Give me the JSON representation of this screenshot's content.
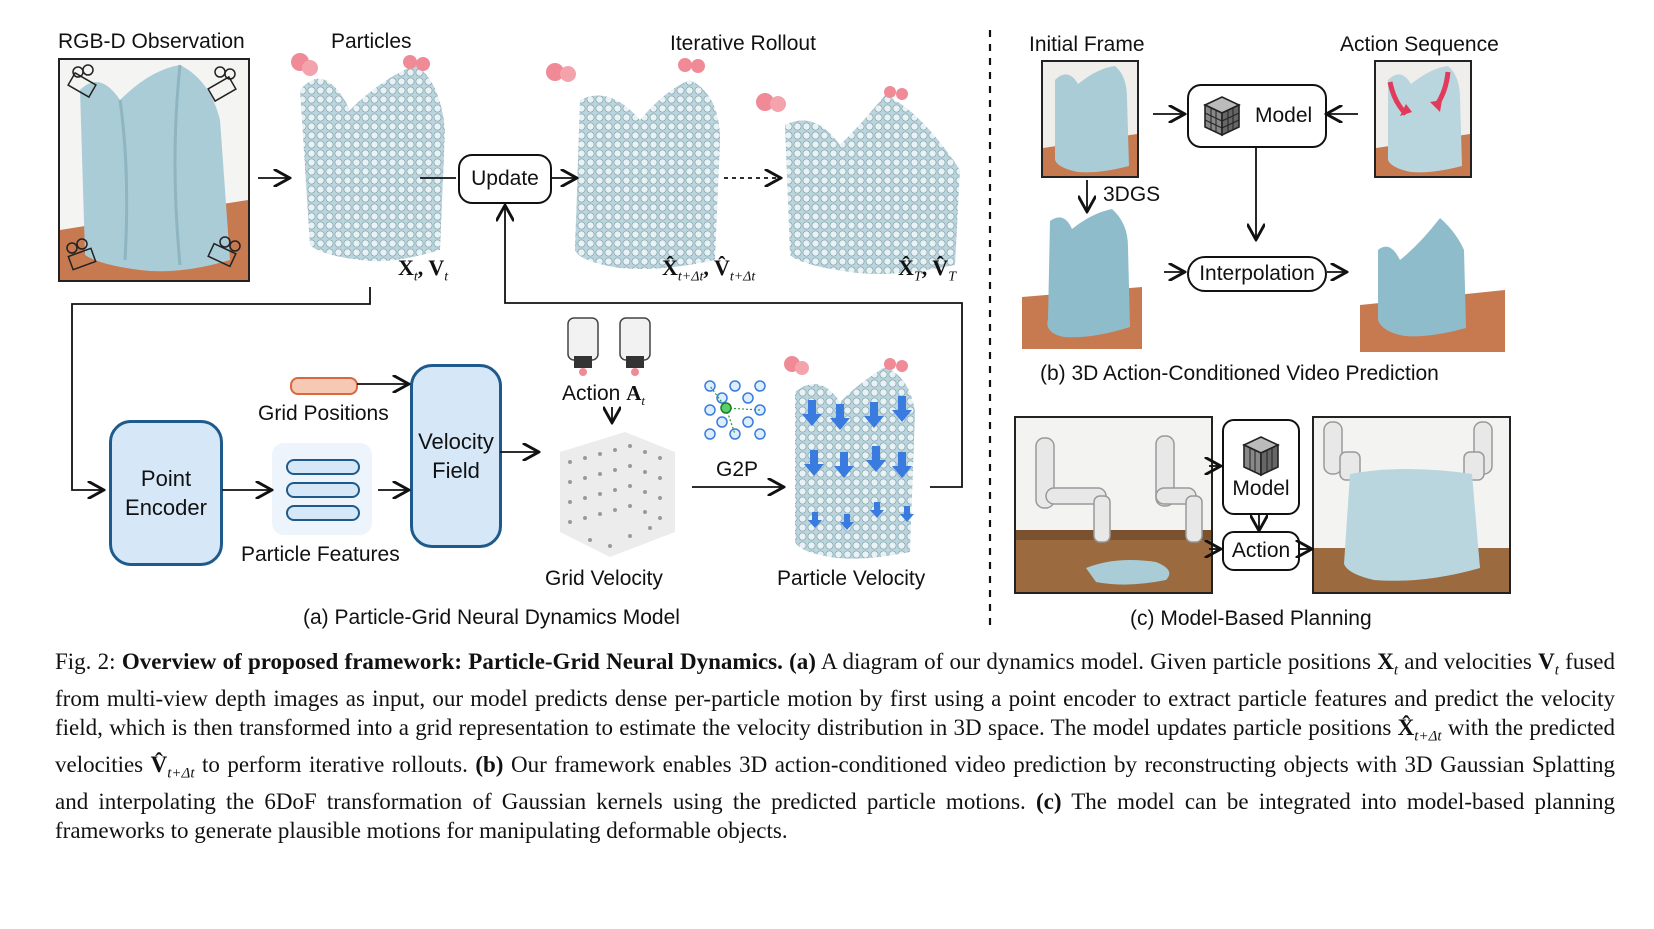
{
  "panel_a": {
    "rgbd_label": "RGB-D Observation",
    "particles_label": "Particles",
    "rollout_label": "Iterative Rollout",
    "update_label": "Update",
    "xt_vt": "X",
    "xt_vt_sub": "t",
    "v_sym": "V",
    "v_sub": "t",
    "x_hat_next": "X̂",
    "x_hat_next_sub": "t+Δt",
    "v_hat_next": "V̂",
    "v_hat_next_sub": "t+Δt",
    "x_hat_T": "X̂",
    "x_hat_T_sub": "T",
    "v_hat_T": "V̂",
    "v_hat_T_sub": "T",
    "grid_positions_label": "Grid Positions",
    "point_encoder_label_1": "Point",
    "point_encoder_label_2": "Encoder",
    "particle_features_label": "Particle Features",
    "velocity_field_label_1": "Velocity",
    "velocity_field_label_2": "Field",
    "action_label": "Action",
    "action_sym": "A",
    "action_sub": "t",
    "g2p_label": "G2P",
    "grid_velocity_label": "Grid Velocity",
    "particle_velocity_label": "Particle Velocity",
    "caption": "(a) Particle-Grid Neural Dynamics Model"
  },
  "panel_b": {
    "initial_frame_label": "Initial Frame",
    "action_sequence_label": "Action Sequence",
    "model_label": "Model",
    "gs_label": "3DGS",
    "interpolation_label": "Interpolation",
    "caption": "(b) 3D Action-Conditioned Video Prediction"
  },
  "panel_c": {
    "model_label": "Model",
    "action_label": "Action",
    "caption": "(c) Model-Based Planning"
  },
  "figure_caption": {
    "fig_no": "Fig. 2: ",
    "title": "Overview of proposed framework: Particle-Grid Neural Dynamics.",
    "a_tag": "(a)",
    "a_text_1": " A diagram of our dynamics model. Given particle positions ",
    "sym_x": "X",
    "sym_x_sub": "t",
    "a_text_2": " and velocities ",
    "sym_v": "V",
    "sym_v_sub": "t",
    "a_text_3": " fused from multi-view depth images as input, our model predicts dense per-particle motion by first using a point encoder to extract particle features and predict the velocity field, which is then transformed into a grid representation to estimate the velocity distribution in 3D space. The model updates particle positions ",
    "sym_xh": "X̂",
    "sym_xh_sub": "t+Δt",
    "a_text_4": " with the predicted velocities ",
    "sym_vh": "V̂",
    "sym_vh_sub": "t+Δt",
    "a_text_5": " to perform iterative rollouts.",
    "b_tag": "(b)",
    "b_text": " Our framework enables 3D action-conditioned video prediction by reconstructing objects with 3D Gaussian Splatting and interpolating the 6DoF transformation of Gaussian kernels using the predicted particle motions.",
    "c_tag": "(c)",
    "c_text": " The model can be integrated into model-based planning frameworks to generate plausible motions for manipulating deformable objects."
  },
  "colors": {
    "cloth": "#a9ccd6",
    "table": "#c7794f",
    "blue_box_border": "#1f5a8c",
    "blue_box_fill": "#d6e8f8",
    "grid_pos_fill": "#f6c9b4",
    "grid_pos_border": "#d9673f",
    "arrow_red": "#e23a5a",
    "particle_arrow": "#3a7be0"
  },
  "icons": [
    "camera-icon",
    "cube-model-icon",
    "gripper-icon",
    "robot-arm-icon",
    "particle-arrow-icon"
  ]
}
